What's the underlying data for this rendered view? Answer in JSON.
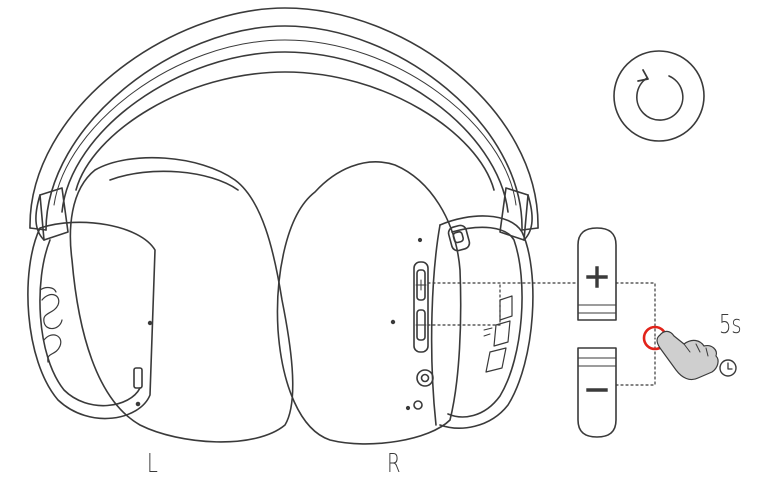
{
  "labels": {
    "left": "L",
    "right": "R",
    "hold_duration": "5s"
  },
  "icons": {
    "reset": "refresh-icon",
    "clock": "clock-icon",
    "hand": "hand-press-icon",
    "plus": "plus-icon",
    "minus": "minus-icon"
  },
  "colors": {
    "line": "#3a3a3a",
    "press_highlight": "#e2231a",
    "background": "#ffffff"
  }
}
